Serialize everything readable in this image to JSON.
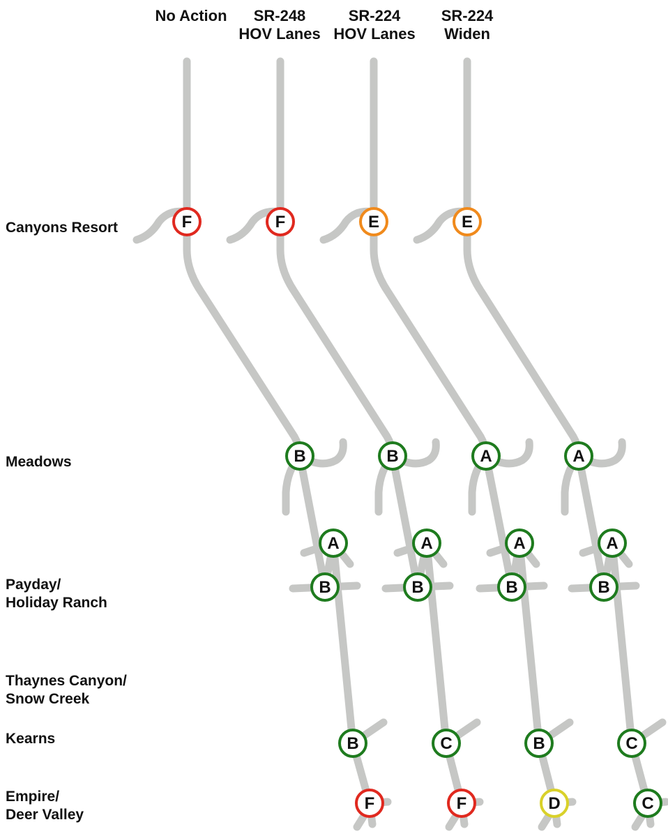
{
  "alternatives": [
    {
      "line1": "",
      "line2": "No Action"
    },
    {
      "line1": "SR-248",
      "line2": "HOV Lanes"
    },
    {
      "line1": "SR-224",
      "line2": "HOV Lanes"
    },
    {
      "line1": "SR-224",
      "line2": "Widen"
    }
  ],
  "intersections": [
    {
      "line1": "Canyons Resort",
      "line2": ""
    },
    {
      "line1": "Meadows",
      "line2": ""
    },
    {
      "line1": "Payday/",
      "line2": "Holiday Ranch"
    },
    {
      "line1": "Thaynes Canyon/",
      "line2": "Snow Creek"
    },
    {
      "line1": "Kearns",
      "line2": ""
    },
    {
      "line1": "Empire/",
      "line2": "Deer Valley"
    }
  ],
  "grades": [
    [
      "F",
      "B",
      "B",
      "A",
      "B",
      "F"
    ],
    [
      "F",
      "B",
      "B",
      "A",
      "C",
      "F"
    ],
    [
      "E",
      "A",
      "B",
      "A",
      "B",
      "D"
    ],
    [
      "E",
      "A",
      "B",
      "A",
      "C",
      "C"
    ]
  ],
  "grade_colors": {
    "A": "#1e7b1e",
    "B": "#1e7b1e",
    "C": "#1e7b1e",
    "D": "#d9d12a",
    "E": "#f08a1c",
    "F": "#e0291f"
  },
  "road_color": "#c6c7c5"
}
